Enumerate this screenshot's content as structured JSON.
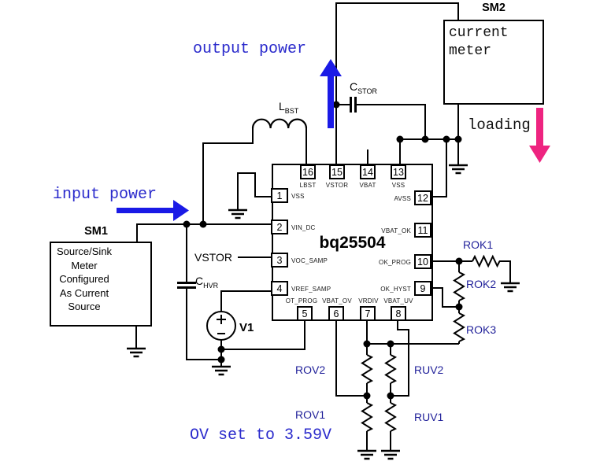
{
  "annotations": {
    "output_power": "output power",
    "input_power": "input power",
    "loading": "loading",
    "ov_note": "OV set to 3.59V"
  },
  "instruments": {
    "sm2": {
      "name": "SM2",
      "text": "current\nmeter"
    },
    "sm1": {
      "name": "SM1",
      "text": "Source/Sink\nMeter\nConfigured\nAs Current\nSource"
    }
  },
  "ic": {
    "part": "bq25504",
    "top_pins": [
      {
        "num": "16",
        "name": "LBST"
      },
      {
        "num": "15",
        "name": "VSTOR"
      },
      {
        "num": "14",
        "name": "VBAT"
      },
      {
        "num": "13",
        "name": "VSS"
      }
    ],
    "left_pins": [
      {
        "num": "1",
        "name": "VSS"
      },
      {
        "num": "2",
        "name": "VIN_DC"
      },
      {
        "num": "3",
        "name": "VOC_SAMP"
      },
      {
        "num": "4",
        "name": "VREF_SAMP"
      }
    ],
    "right_pins": [
      {
        "num": "12",
        "name": "AVSS"
      },
      {
        "num": "11",
        "name": "VBAT_OK"
      },
      {
        "num": "10",
        "name": "OK_PROG"
      },
      {
        "num": "9",
        "name": "OK_HYST"
      }
    ],
    "bottom_pins": [
      {
        "num": "5",
        "name": "OT_PROG"
      },
      {
        "num": "6",
        "name": "VBAT_OV"
      },
      {
        "num": "7",
        "name": "VRDIV"
      },
      {
        "num": "8",
        "name": "VBAT_UV"
      }
    ]
  },
  "components": {
    "l_bst": {
      "base": "L",
      "sub": "BST"
    },
    "c_stor": {
      "base": "C",
      "sub": "STOR"
    },
    "c_hvr": {
      "base": "C",
      "sub": "HVR"
    },
    "v1": "V1",
    "vstor_net": "VSTOR",
    "resistors": {
      "rok1": "ROK1",
      "rok2": "ROK2",
      "rok3": "ROK3",
      "rov2": "ROV2",
      "rov1": "ROV1",
      "ruv2": "RUV2",
      "ruv1": "RUV1"
    }
  },
  "colors": {
    "annotation_blue": "#2b2bcc",
    "arrow_blue": "#1a1ae6",
    "arrow_magenta": "#ee2480",
    "wire": "#000000",
    "resistor_label": "#1f1f99"
  }
}
